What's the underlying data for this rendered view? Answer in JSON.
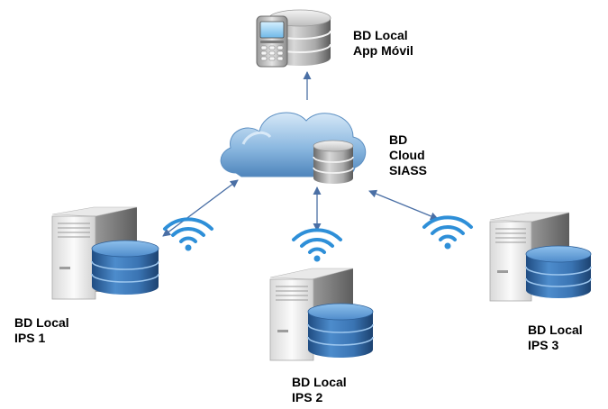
{
  "nodes": {
    "app_movil": {
      "line1": "BD Local",
      "line2": "App Móvil"
    },
    "cloud": {
      "line1": "BD",
      "line2": "Cloud",
      "line3": "SIASS"
    },
    "ips1": {
      "line1": "BD Local",
      "line2": "IPS 1"
    },
    "ips2": {
      "line1": "BD Local",
      "line2": "IPS 2"
    },
    "ips3": {
      "line1": "BD Local",
      "line2": "IPS 3"
    }
  },
  "icons": {
    "phone": "mobile-phone-icon",
    "database": "database-icon",
    "cloud": "cloud-icon",
    "server": "server-tower-icon",
    "wifi": "wifi-icon"
  },
  "colors": {
    "arrow": "#4a6fa5",
    "db_blue": "#3f79b8",
    "db_dark": "#23508a",
    "cloud_light": "#b9d6ef",
    "cloud_dark": "#5f93c6",
    "wifi": "#2e8fd8",
    "server": "#f0f0f0"
  }
}
